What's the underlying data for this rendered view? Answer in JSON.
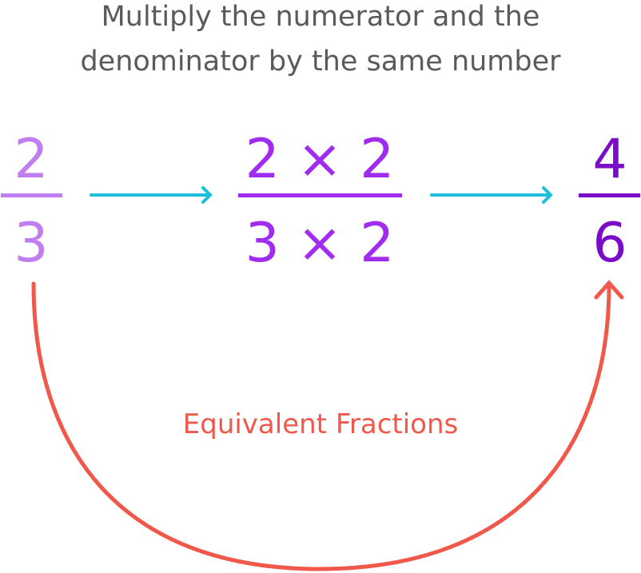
{
  "title": {
    "line1": "Multiply the numerator and the",
    "line2": "denominator by the same number"
  },
  "fraction_original": {
    "numerator": "2",
    "denominator": "3"
  },
  "fraction_multiplied": {
    "numerator": "2 × 2",
    "denominator": "3 × 2"
  },
  "fraction_result": {
    "numerator": "4",
    "denominator": "6"
  },
  "label": "Equivalent Fractions",
  "colors": {
    "original": "#c07ef0",
    "multiplied": "#a02cf0",
    "result": "#7b0cc8",
    "arrow": "#1cc0d8",
    "curve": "#f0584c",
    "title": "#5a5a5a"
  }
}
